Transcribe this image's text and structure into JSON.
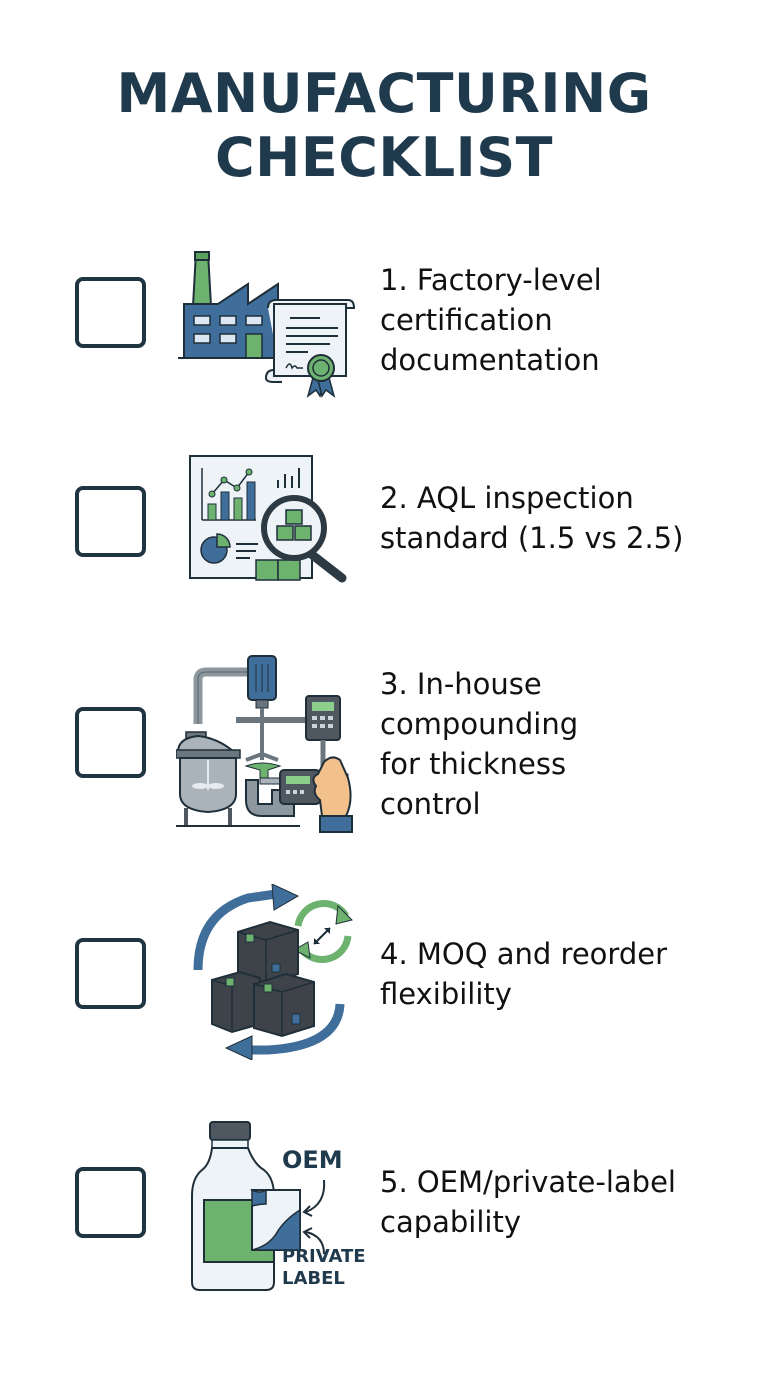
{
  "title": {
    "line1": "MANUFACTURING",
    "line2": "CHECKLIST"
  },
  "colors": {
    "title": "#1f3a4d",
    "outline": "#1f2f3a",
    "blue": "#3f6e9a",
    "green": "#6db36f",
    "light": "#e4edf5"
  },
  "items": [
    {
      "number": "1.",
      "label": "1.  Factory-level\ncertification\ndocumentation",
      "checked": false,
      "icon": "factory-certificate-icon"
    },
    {
      "number": "2.",
      "label": "2. AQL inspection\nstandard (1.5 vs 2.5)",
      "checked": false,
      "icon": "inspection-chart-magnifier-icon"
    },
    {
      "number": "3.",
      "label": "3. In-house\ncompounding\nfor thickness\ncontrol",
      "checked": false,
      "icon": "mixing-tank-micrometer-icon"
    },
    {
      "number": "4.",
      "label": "4. MOQ and reorder\n flexibility",
      "checked": false,
      "icon": "boxes-cycle-icon"
    },
    {
      "number": "5.",
      "label": "5. OEM/private-label\ncapability",
      "checked": false,
      "icon": "bottle-label-icon"
    }
  ],
  "icon_text": {
    "oem": "OEM",
    "private_line1": "PRIVATE",
    "private_line2": "LABEL"
  }
}
